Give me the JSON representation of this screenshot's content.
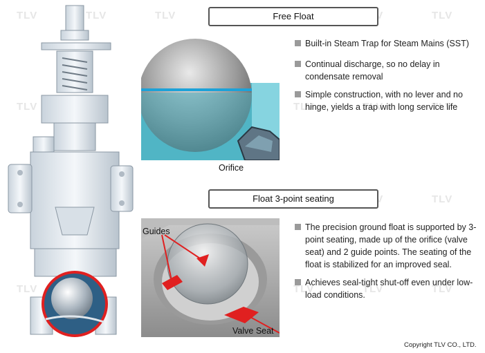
{
  "watermark": "TLV",
  "illustration_valve": {
    "icon": "valve-cutaway-icon"
  },
  "section_free_float": {
    "title": "Free Float",
    "image_icon": "float-ball-illustration-icon",
    "caption_orifice": "Orifice",
    "bullets": [
      "Built-in Steam Trap for Steam Mains (SST)",
      "Continual discharge, so no delay in condensate removal",
      "Simple construction, with no lever and no hinge, yields a trap with long service life"
    ]
  },
  "section_3point": {
    "title": "Float 3-point seating",
    "image_icon": "float-seating-illustration-icon",
    "caption_guides": "Guides",
    "caption_valve_seat": "Valve Seat",
    "bullets": [
      "The precision ground float is supported by 3-point seating, made up of the orifice (valve seat) and 2 guide points. The seating of the float is stabilized for an improved seal.",
      "Achieves seal-tight shut-off even under low-load conditions."
    ]
  },
  "copyright": "Copyright TLV CO., LTD.",
  "colors": {
    "accent_red": "#e02020",
    "water": "#4fb6c8",
    "bullet_square": "#9a9a9a"
  }
}
